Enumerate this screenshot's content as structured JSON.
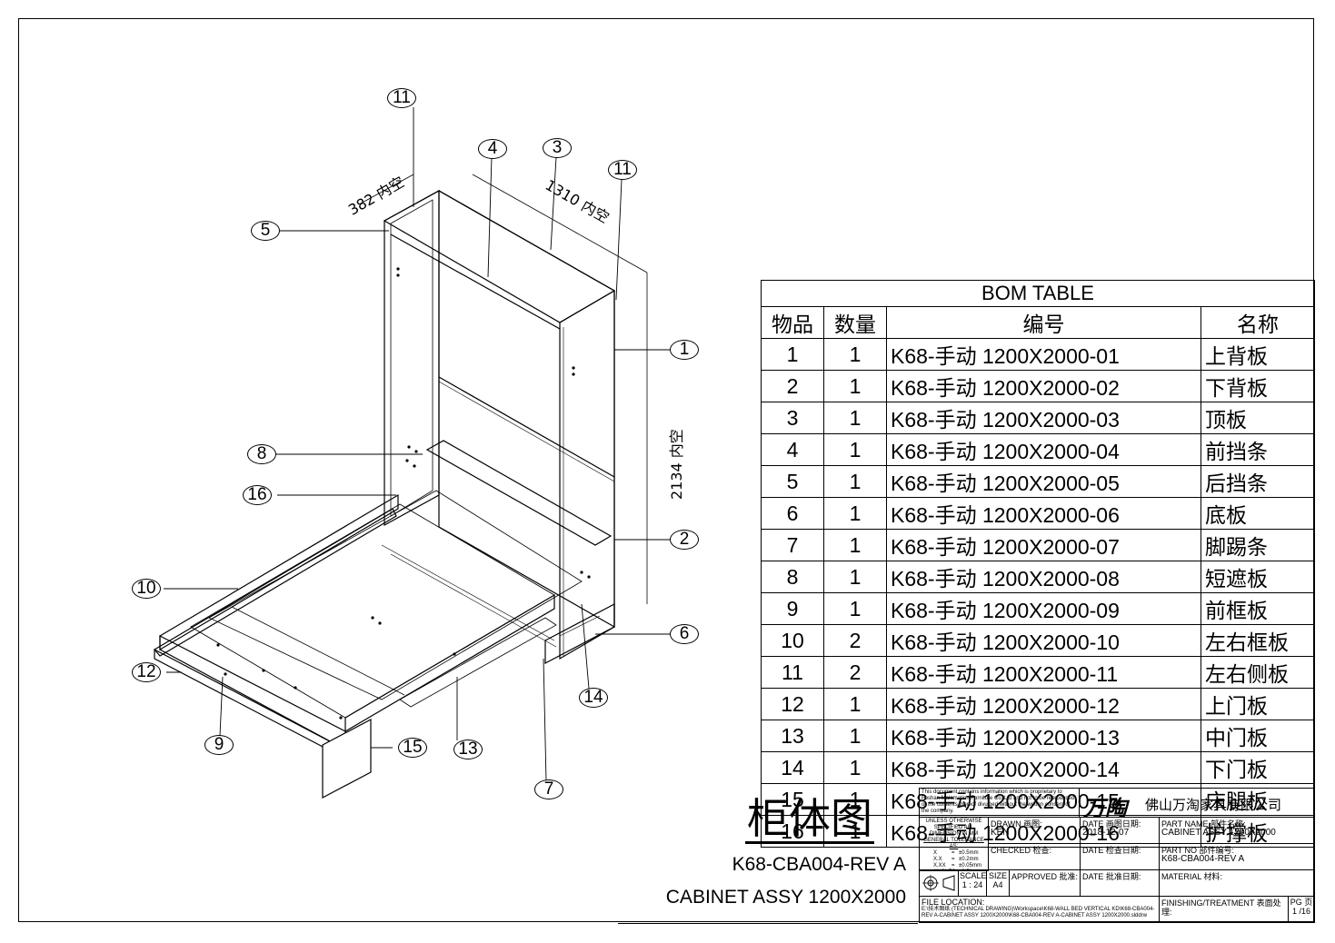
{
  "bom": {
    "title": "BOM TABLE",
    "headers": [
      "物品",
      "数量",
      "编号",
      "名称"
    ],
    "rows": [
      [
        "1",
        "1",
        "K68-手动 1200X2000-01",
        "上背板"
      ],
      [
        "2",
        "1",
        "K68-手动 1200X2000-02",
        "下背板"
      ],
      [
        "3",
        "1",
        "K68-手动 1200X2000-03",
        "顶板"
      ],
      [
        "4",
        "1",
        "K68-手动 1200X2000-04",
        "前挡条"
      ],
      [
        "5",
        "1",
        "K68-手动 1200X2000-05",
        "后挡条"
      ],
      [
        "6",
        "1",
        "K68-手动 1200X2000-06",
        "底板"
      ],
      [
        "7",
        "1",
        "K68-手动 1200X2000-07",
        "脚踢条"
      ],
      [
        "8",
        "1",
        "K68-手动 1200X2000-08",
        "短遮板"
      ],
      [
        "9",
        "1",
        "K68-手动 1200X2000-09",
        "前框板"
      ],
      [
        "10",
        "2",
        "K68-手动 1200X2000-10",
        "左右框板"
      ],
      [
        "11",
        "2",
        "K68-手动 1200X2000-11",
        "左右侧板"
      ],
      [
        "12",
        "1",
        "K68-手动 1200X2000-12",
        "上门板"
      ],
      [
        "13",
        "1",
        "K68-手动 1200X2000-13",
        "中门板"
      ],
      [
        "14",
        "1",
        "K68-手动 1200X2000-14",
        "下门板"
      ],
      [
        "15",
        "1",
        "K68-手动 1200X2000-15",
        "床腿板"
      ],
      [
        "16",
        "1",
        "K68-手动 1200X2000-16",
        "护撑板"
      ]
    ]
  },
  "drawing": {
    "dim_width": "1310 内空",
    "dim_depth": "382 内空",
    "dim_height": "2134 内空",
    "balloons": [
      "11",
      "4",
      "3",
      "11",
      "5",
      "1",
      "8",
      "16",
      "2",
      "10",
      "6",
      "12",
      "14",
      "9",
      "15",
      "13",
      "7"
    ]
  },
  "titleblock": {
    "main_title": "柜体图",
    "part_code": "K68-CBA004-REV A",
    "assembly_name": "CABINET ASSY 1200X2000",
    "notice": "This document contains information which is proprietary to Foshan Malamation Furniture Co.,Ltd and not to be reproduced or the contents thereof divulged without the written consent of the company.",
    "logo": "万陶",
    "company": "佛山万淘家具有限公司",
    "tolerance_head": "UNLESS OTHERWISE SPECIFIED ALL DIMENSION IN MM",
    "tolerance_title": "GENERAL TOLERANCE AS:",
    "tol_rows": [
      [
        "X",
        "=",
        "±0.5mm"
      ],
      [
        "X.X",
        "=",
        "±0.2mm"
      ],
      [
        "X.XX",
        "=",
        "±0.05mm"
      ],
      [
        "ANGLES",
        "=",
        "±0.5°"
      ]
    ],
    "drawn_label": "DRAWN 画图:",
    "drawn_value": "KEN",
    "date_drawn_label": "DATE 画图日期:",
    "date_drawn_value": "2018-12-07",
    "part_name_label": "PART NAME 部件名称:",
    "part_name_value": "CABINET ASSY 1200X2000",
    "checked_label": "CHECKED 检查:",
    "date_checked_label": "DATE 检查日期:",
    "part_no_label": "PART NO 部件编号:",
    "part_no_value": "K68-CBA004-REV A",
    "scale_label": "SCALE",
    "scale_value": "1 : 24",
    "size_label": "SIZE",
    "size_value": "A4",
    "approved_label": "APPROVED 批准:",
    "date_approved_label": "DATE 批准日期:",
    "material_label": "MATERIAL 材料:",
    "file_location_label": "FILE LOCATION:",
    "file_location_value": "E:\\技术图纸 (TECHNICAL DRAWING)\\Workspace\\K68-WALL BED VERTICAL KD\\K68-CBA004-REV A-CABINET ASSY 1200X2000\\K68-CBA004-REV A-CABINET ASSY 1200X2000.slddrw",
    "finishing_label": "FINISHING/TREATMENT 表面处理:",
    "pg_label": "PG 页",
    "pg_value": "1 /16"
  }
}
